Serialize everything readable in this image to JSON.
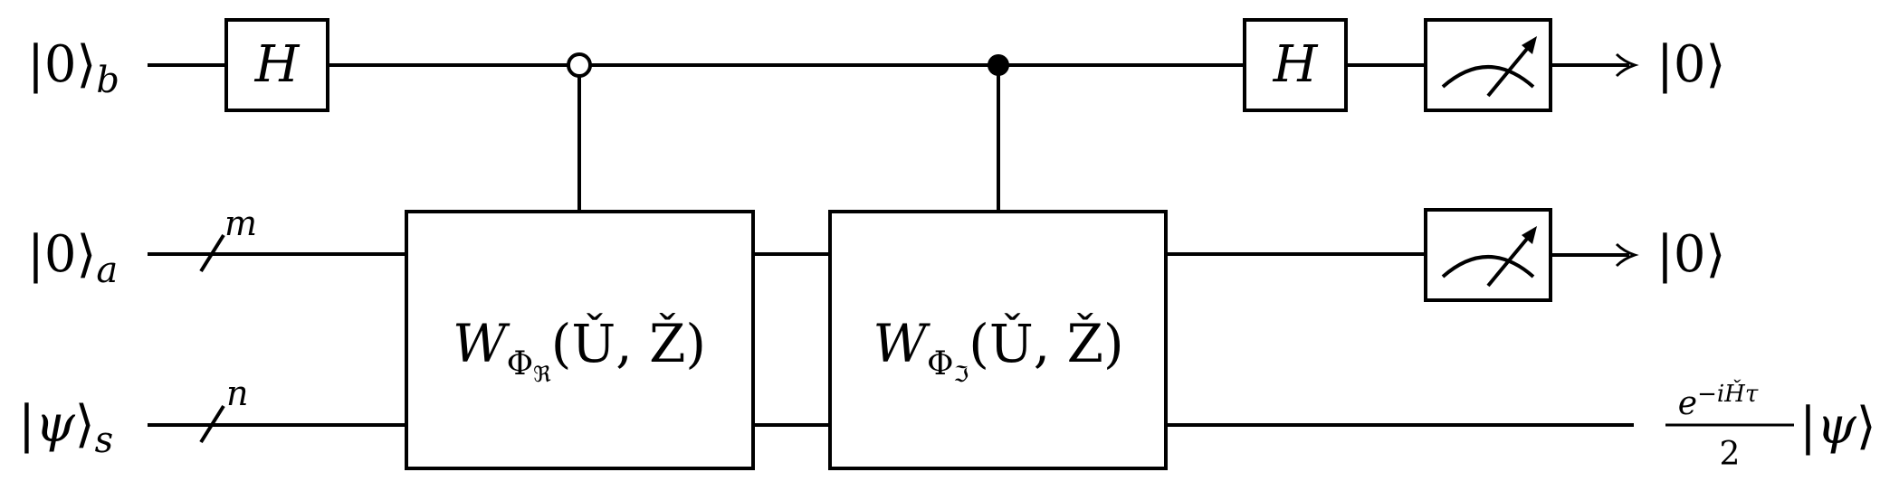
{
  "qubits": {
    "b": {
      "ket": "0",
      "subscript": "b"
    },
    "a": {
      "ket": "0",
      "subscript": "a",
      "register_size": "m"
    },
    "s": {
      "ket": "ψ",
      "subscript": "s",
      "register_size": "n"
    }
  },
  "gates": {
    "hadamard": "H",
    "w_re": {
      "base": "W",
      "sub": "Φ",
      "sub_sub": "ℜ",
      "args": "(Ǔ, Ž)"
    },
    "w_im": {
      "base": "W",
      "sub": "Φ",
      "sub_sub": "ℑ",
      "args": "(Ǔ, Ž)"
    }
  },
  "controls": {
    "first": "open",
    "second": "filled"
  },
  "outputs": {
    "b": "0",
    "a": "0",
    "s": {
      "numerator_base": "e",
      "numerator_exponent": "−iȞτ",
      "denominator": "2",
      "ket": "ψ"
    }
  },
  "icons": [
    "meter-icon",
    "arrow-right-icon"
  ]
}
